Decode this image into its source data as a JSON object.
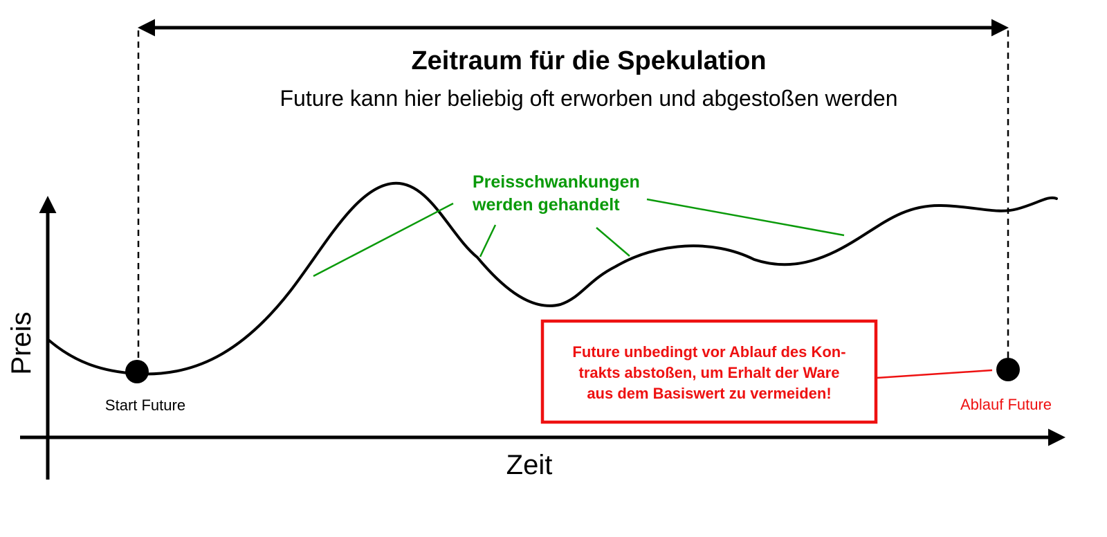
{
  "colors": {
    "line": "#000000",
    "annotation_green": "#0a9a0a",
    "warning_red": "#ee1111"
  },
  "title": "Zeitraum für die Spekulation",
  "subtitle": "Future kann hier beliebig oft erworben und abgestoßen werden",
  "fluctuation_note": {
    "line1": "Preisschwankungen",
    "line2": "werden gehandelt"
  },
  "warning_box": {
    "line1": "Future unbedingt vor Ablauf des Kon-",
    "line2": "trakts abstoßen, um Erhalt der Ware",
    "line3": "aus dem Basiswert zu vermeiden!"
  },
  "markers": {
    "start_label": "Start Future",
    "end_label": "Ablauf Future"
  },
  "axes": {
    "x_label": "Zeit",
    "y_label": "Preis"
  }
}
